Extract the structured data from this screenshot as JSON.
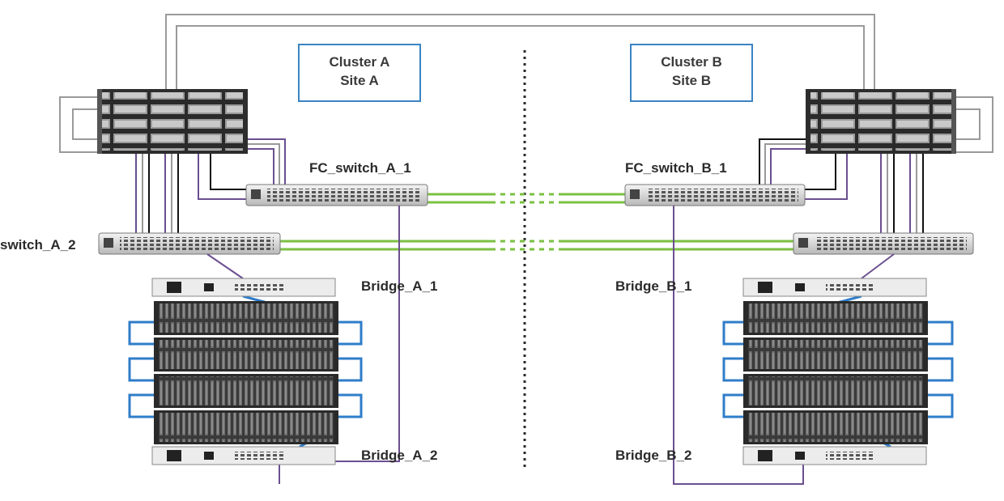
{
  "clusters": {
    "a": {
      "line1": "Cluster A",
      "line2": "Site A"
    },
    "b": {
      "line1": "Cluster B",
      "line2": "Site B"
    }
  },
  "switches": {
    "a1": "FC_switch_A_1",
    "a2": "switch_A_2",
    "b1": "FC_switch_B_1"
  },
  "bridges": {
    "a1": "Bridge_A_1",
    "a2": "Bridge_A_2",
    "b1": "Bridge_B_1",
    "b2": "Bridge_B_2"
  },
  "colors": {
    "isl_link": "#7bc043",
    "fc_link": "#6a4f8f",
    "sas_loop": "#2f7dc9",
    "cluster_link": "#9a9a9a",
    "site_box_border": "#3b83c2"
  }
}
